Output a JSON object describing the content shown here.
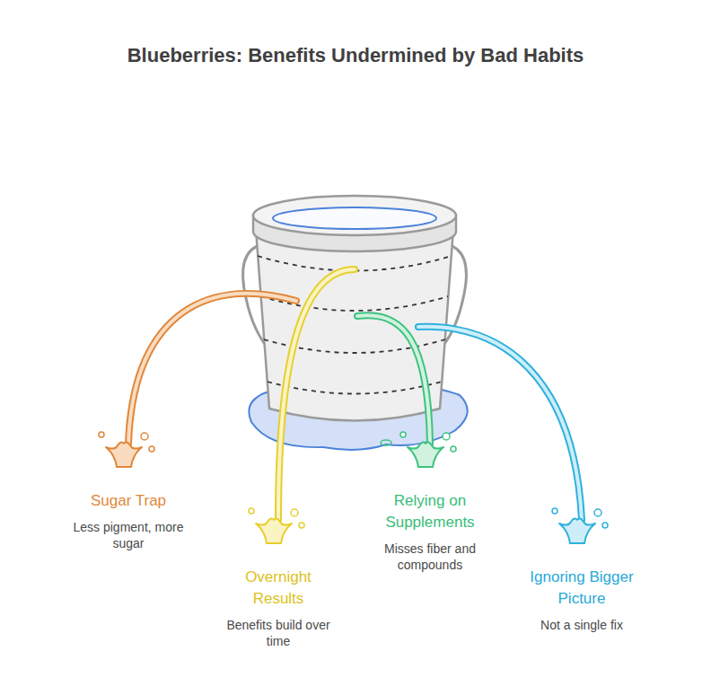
{
  "diagram": {
    "title": "Blueberries: Benefits Undermined by Bad Habits",
    "nodes": [
      {
        "text": [
          "Sugar Trap",
          "Less pigment, more sugar"
        ]
      },
      {
        "text": [
          "Overnight Results",
          "Benefits build over time"
        ]
      },
      {
        "text": [
          "Relying on Supplements",
          "Misses fiber and compounds"
        ]
      },
      {
        "text": [
          "Ignoring Bigger Picture",
          "Not a single fix"
        ]
      }
    ]
  }
}
